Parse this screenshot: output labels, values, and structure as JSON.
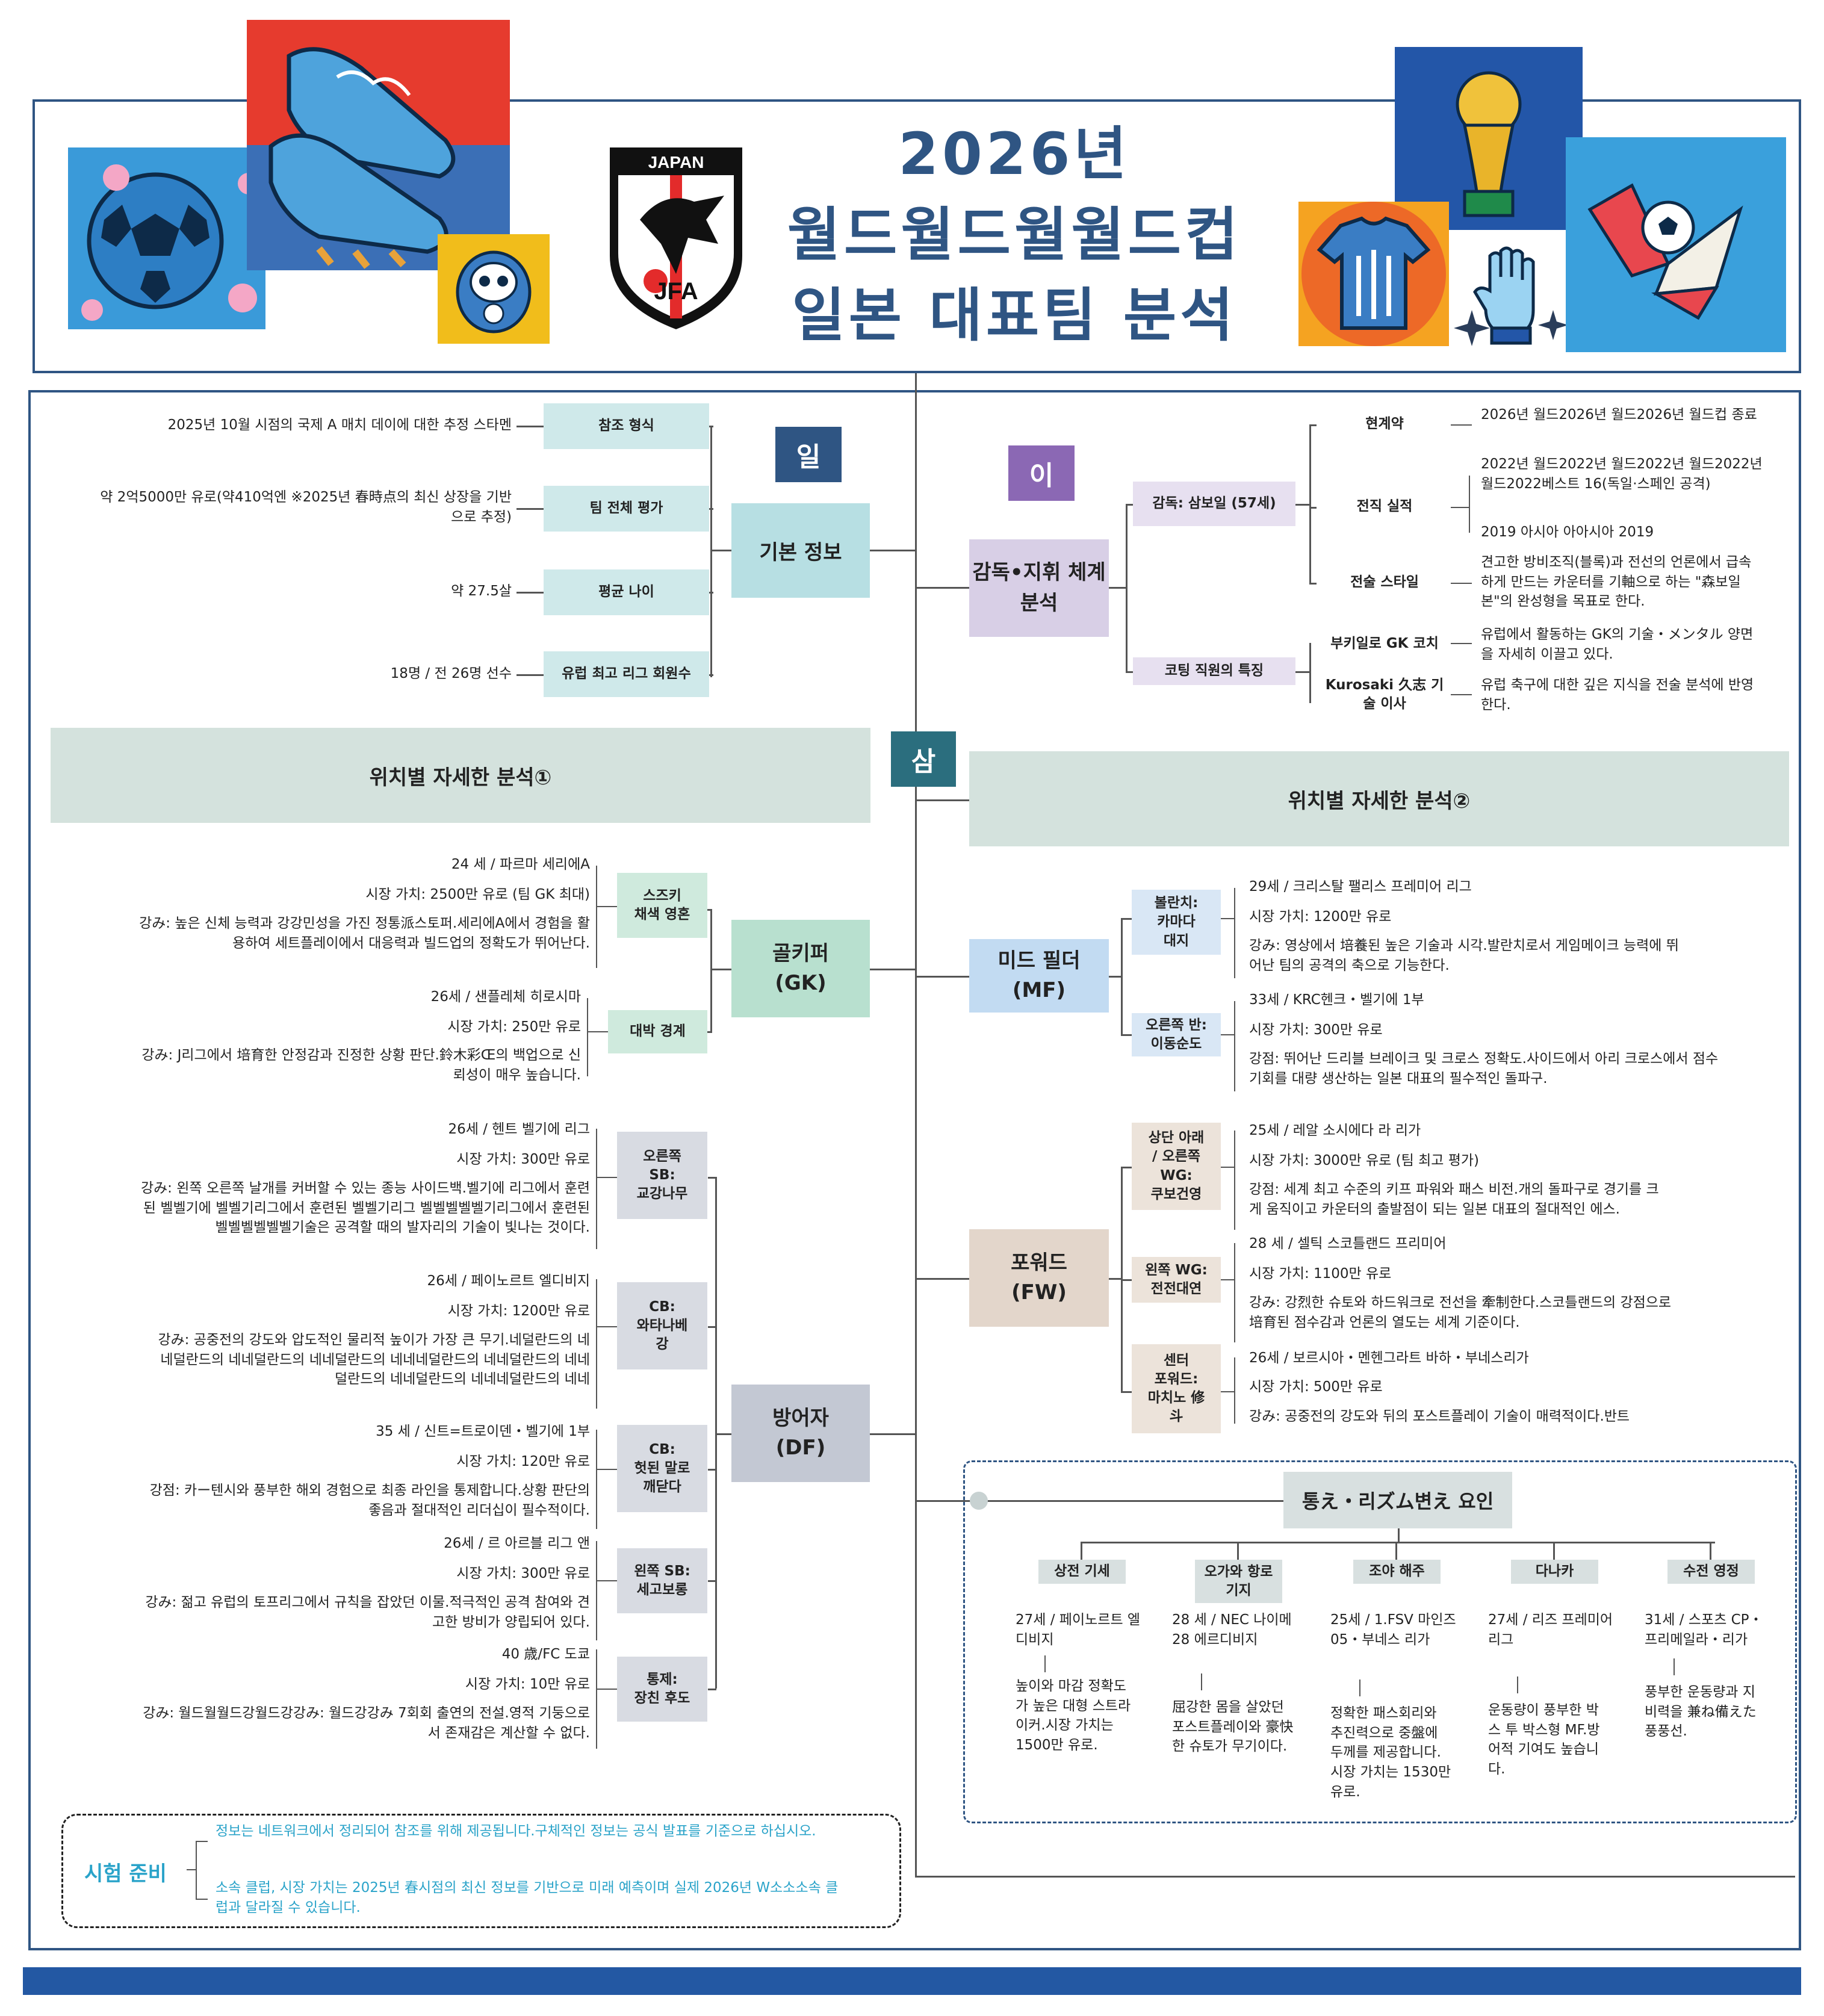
{
  "header": {
    "title_line1": "2026년",
    "title_line2": "월드월드월월드컵",
    "title_line3": "일본 대표팀 분석",
    "logo_text_top": "JAPAN",
    "logo_text_bottom": "JFA"
  },
  "numbers": {
    "one": "일",
    "two": "이",
    "three": "삼"
  },
  "basic": {
    "center": "기본 정보",
    "items": [
      {
        "tag": "참조 형식",
        "text": "2025년 10월 시점의 국제 A 매치 데이에 대한 추정 스타멘"
      },
      {
        "tag": "팀 전체 평가",
        "text": "약 2억5000만 유로(약410억엔 ※2025년 春時点의 최신 상장을 기반으로 추정)"
      },
      {
        "tag": "평균 나이",
        "text": "약 27.5살"
      },
      {
        "tag": "유럽 최고 리그 회원수",
        "text": "18명 / 전 26명 선수"
      }
    ]
  },
  "coach": {
    "center": "감독•지휘 체계 분석",
    "head_coach_tag": "감독: 삼보일 (57세)",
    "staff_tag": "코팅 직원의 특징",
    "rows": [
      {
        "tag": "현계약",
        "text": "2026년 월드2026년 월드2026년 월드컵 종료"
      },
      {
        "tag": "전직 실적",
        "text": "2022년 월드2022년 월드2022년 월드2022년 월드2022베스트 16(독일·스페인 공격)",
        "text2": "2019 아시아 아아시아 2019"
      },
      {
        "tag": "전술 스타일",
        "text": "견고한 방비조직(블록)과 전선의 언론에서 급속하게 만드는 카운터를 기軸으로 하는 \"森보일본\"의 완성형을 목표로 한다."
      },
      {
        "tag": "부키일로 GK 코치",
        "text": "유럽에서 활동하는 GK의 기술・メンタル 양면을 자세히 이끌고 있다."
      },
      {
        "tag": "Kurosaki 久志 기술 이사",
        "text": "유럽 축구에 대한 깊은 지식을 전술 분석에 반영한다."
      }
    ]
  },
  "position1": {
    "bar": "위치별 자세한 분석①"
  },
  "position2": {
    "bar": "위치별 자세한 분석②"
  },
  "gk": {
    "center": "골키퍼\n(GK)",
    "players": [
      {
        "tag": "스즈키\n채색 영혼",
        "l1": "24 세 / 파르마 세리에A",
        "l2": "시장 가치: 2500만 유로 (팀 GK 최대)",
        "l3": "강み: 높은 신체 능력과 강강민성을 가진 정통派스토퍼.세리에A에서 경험을 활용하여 세트플레이에서 대응력과 빌드업의 정확도가 뛰어난다."
      },
      {
        "tag": "대박 경계",
        "l1": "26세 / 샌플레체 히로시마",
        "l2": "시장 가치: 250만 유로",
        "l3": "강み: J리그에서 培育한 안정감과 진정한 상황 판단.鈴木彩Œ의 백업으로 신뢰성이 매우 높습니다."
      }
    ]
  },
  "df": {
    "center": "방어자\n(DF)",
    "players": [
      {
        "tag": "오른쪽\nSB:\n교강나무",
        "l1": "26세 / 헨트 벨기에 리그",
        "l2": "시장 가치: 300만 유로",
        "l3": "강み: 왼쪽 오른쪽 날개를 커버할 수 있는 종능 사이드백.벨기에 리그에서 훈련된 벨벨기에 벨벨기리그에서 훈련된 벨벨기리그 벨벨벨벨벨기리그에서 훈련된 벨벨벨벨벨벨기술은 공격할 때의 발자리의 기술이 빛나는 것이다."
      },
      {
        "tag": "CB:\n와타나베\n강",
        "l1": "26세 / 페이노르트 엘디비지",
        "l2": "시장 가치: 1200만 유로",
        "l3": "강み: 공중전의 강도와 압도적인 물리적 높이가 가장 큰 무기.네덜란드의 네네덜란드의 네네덜란드의 네네덜란드의 네네네덜란드의 네네덜란드의 네네덜란드의 네네덜란드의 네네네덜란드의 네네"
      },
      {
        "tag": "CB:\n헛된 말로\n깨닫다",
        "l1": "35 세 / 신트=트로이덴・벨기에 1부",
        "l2": "시장 가치: 120만 유로",
        "l3": "강점: 카ー텐시와 풍부한 해외 경험으로 최종 라인을 통제합니다.상황 판단의 좋음과 절대적인 리더십이 필수적이다."
      },
      {
        "tag": "왼쪽 SB:\n세고보롱",
        "l1": "26세 / 르 아르블 리그 앤",
        "l2": "시장 가치: 300만 유로",
        "l3": "강み: 젊고 유럽의 토프리그에서 규칙을 잡았던 이물.적극적인 공격 참여와 견고한 방비가 양립되어 있다."
      },
      {
        "tag": "통제:\n장친 후도",
        "l1": "40 歳/FC 도쿄",
        "l2": "시장 가치: 10만 유로",
        "l3": "강み: 월드월월드강월드강강み: 월드강강み 7회회 출연의 전설.영적 기둥으로서 존재감은 계산할 수 없다."
      }
    ]
  },
  "mf": {
    "center": "미드 필더\n(MF)",
    "players": [
      {
        "tag": "볼란치:\n카마다\n대지",
        "l1": "29세 / 크리스탈 팰리스 프레미어 리그",
        "l2": "시장 가치: 1200만 유로",
        "l3": "강み: 영상에서 培養된 높은 기술과 시각.발란치로서 게임메이크 능력에 뛰어난 팀의 공격의 축으로 기능한다."
      },
      {
        "tag": "오른쪽 반:\n이동순도",
        "l1": "33세 / KRC헨크・벨기에 1부",
        "l2": "시장 가치: 300만 유로",
        "l3": "강점: 뛰어난 드리블 브레이크 및 크로스 정확도.사이드에서 아리 크로스에서 점수 기회를 대량 생산하는 일본 대표의 필수적인 돌파구."
      }
    ]
  },
  "fw": {
    "center": "포워드\n(FW)",
    "players": [
      {
        "tag": "상단 아래\n/ 오른쪽\nWG:\n쿠보건영",
        "l1": "25세 / 레알 소시에다 라 리가",
        "l2": "시장 가치: 3000만 유로 (팀 최고 평가)",
        "l3": "강점: 세계 최고 수준의 키프 파워와 패스 비전.개의 돌파구로 경기를 크게 움직이고 카운터의 출발점이 되는 일본 대표의 절대적인 에스."
      },
      {
        "tag": "왼쪽 WG:\n전전대연",
        "l1": "28 세 / 셀틱 스코틀랜드 프리미어",
        "l2": "시장 가치: 1100만 유로",
        "l3": "강み: 강烈한 슈토와 하드워크로 전선을 牽制한다.스코틀랜드의 강점으로 培育된 점수감과 언론의 열도는 세계 기준이다."
      },
      {
        "tag": "센터\n포워드:\n마치노 修\n斗",
        "l1": "26세 / 보르시아・멘헨그라트 바하・부네스리가",
        "l2": "시장 가치: 500만 유로",
        "l3": "강み: 공중전의 강도와 뒤의 포스트플레이 기술이 매력적이다.반트"
      }
    ]
  },
  "rhythm": {
    "title": "통え・리ズム변え 요인",
    "cols": [
      {
        "tag": "상전 기세",
        "a": "27세 / 페이노르트 엘디비지",
        "b": "높이와 마감 정확도가 높은 대형 스트라이커.시장 가치는 1500만 유로."
      },
      {
        "tag": "오가와 항로 기지",
        "a": "28 세 / NEC 나이메28 에르디비지",
        "b": "屈강한 몸을 살았던 포스트플레이와 豪快한 슈토가 무기이다."
      },
      {
        "tag": "조야 해주",
        "a": "25세 / 1.FSV 마인즈05・부네스 리가",
        "b": "정확한 패스회리와 추진력으로 중盤에 두께를 제공합니다.시장 가치는 1530만 유로."
      },
      {
        "tag": "다나카",
        "a": "27세 / 리즈 프레미어리그",
        "b": "운동량이 풍부한 박스 투 박스형 MF.방어적 기여도 높습니다."
      },
      {
        "tag": "수전 영정",
        "a": "31세 / 스포츠 CP・프리메일라・리가",
        "b": "풍부한 운동량과 지비력을 兼ね備えた풍풍선."
      }
    ]
  },
  "notes": {
    "label": "시험 준비",
    "n1": "정보는 네트워크에서 정리되어 참조를 위해 제공됩니다.구체적인 정보는 공식 발표를 기준으로 하십시오.",
    "n2": "소속 클럽, 시장 가치는 2025년 春시점의 최신 정보를 기반으로 미래 예측이며 실제 2026년 W소소소속 클럽과 달라질 수 있습니다."
  },
  "colors": {
    "navy": "#2f5583",
    "teal_num": "#2b6e7e",
    "basic": "#b7dfe3",
    "basic_tag": "#cfe9ea",
    "coach": "#d8cfe6",
    "coach_tag": "#e7e0f0",
    "gk": "#b8e0cf",
    "gk_tag": "#cfeadd",
    "df": "#c3c8d3",
    "df_tag": "#d8dbe2",
    "mf": "#c2dbf2",
    "mf_tag": "#d9e7f5",
    "fw": "#e3d6cb",
    "fw_tag": "#ece3da",
    "rhythm": "#d8e0e0",
    "note_text": "#2aa3c9"
  },
  "icons": [
    "soccer-ball-icon",
    "cleats-icon",
    "daruma-icon",
    "jfa-crest-icon",
    "world-cup-trophy-icon",
    "rising-sun-jersey-icon",
    "goalkeeper-glove-icon",
    "paper-crane-icon",
    "shuriken-icon"
  ]
}
